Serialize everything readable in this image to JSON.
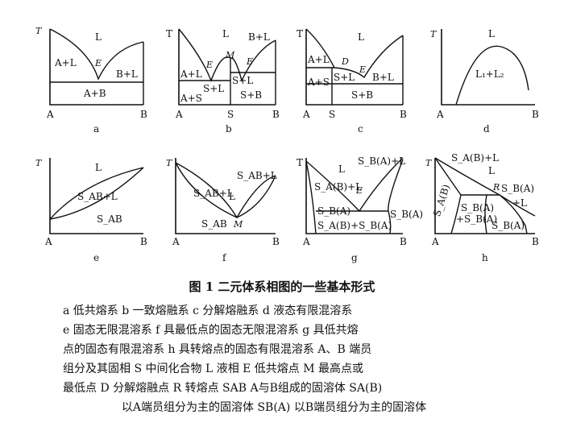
{
  "panels": {
    "a": {
      "T": "T",
      "L": "L",
      "AL": "A+L",
      "E": "E",
      "BL": "B+L",
      "AB": "A+B",
      "A": "A",
      "B": "B",
      "tag": "a"
    },
    "b": {
      "T": "T",
      "L": "L",
      "BL": "B+L",
      "M": "M",
      "E1": "E",
      "E2": "E",
      "AL": "A+L",
      "SL1": "S+L",
      "SL2": "S+L",
      "AS": "A+S",
      "SB": "S+B",
      "A": "A",
      "S": "S",
      "B": "B",
      "tag": "b"
    },
    "c": {
      "T": "T",
      "L": "L",
      "AL": "A+L",
      "D": "D",
      "E": "E",
      "AS": "A+S",
      "SL": "S+L",
      "BL": "B+L",
      "SB": "S+B",
      "A": "A",
      "S": "S",
      "B": "B",
      "tag": "c"
    },
    "d": {
      "T": "T",
      "L": "L",
      "L1L2": "L₁+L₂",
      "A": "A",
      "B": "B",
      "tag": "d"
    },
    "e": {
      "T": "T",
      "L": "L",
      "SABL": "S_AB+L",
      "SAB": "S_AB",
      "A": "A",
      "B": "B",
      "tag": "e"
    },
    "f": {
      "T": "T",
      "SABL1": "S_AB+L",
      "SABL2": "S_AB+L",
      "L": "L",
      "M": "M",
      "SAB": "S_AB",
      "A": "A",
      "B": "B",
      "tag": "f"
    },
    "g": {
      "T": "T",
      "SBAL": "S_B(A)+L",
      "L": "L",
      "SABL": "S_A(B)+L",
      "E": "E",
      "SBA1": "S_B(A)",
      "SBA2": "S_B(A)",
      "SAB_SBA": "S_A(B)+S_B(A)",
      "A": "A",
      "B": "B",
      "tag": "g"
    },
    "h": {
      "T": "T",
      "SABL": "S_A(B)+L",
      "L": "L",
      "R": "R",
      "SBA1": "S_B(A)",
      "SBL": "+L",
      "SAB": "S_A(B)",
      "SBA2": "S_B(A)",
      "SAB_SBA": "+S_B(A)",
      "SBA3": "S_B(A)",
      "A": "A",
      "B": "B",
      "tag": "h"
    }
  },
  "caption": {
    "title": "图 1   二元体系相图的一些基本形式",
    "line1": "a 低共熔系   b 一致熔融系   c 分解熔融系   d 液态有限混溶系",
    "line2": "e 固态无限混溶系   f 具最低点的固态无限混溶系   g 具低共熔",
    "line3": "点的固态有限混溶系   h 具转熔点的固态有限混溶系   A、B 端员",
    "line4": "组分及其固相   S 中间化合物   L 液相   E 低共熔点   M 最高点或",
    "line5": "最低点   D 分解熔融点   R 转熔点   SAB A与B组成的固溶体   SA(B)",
    "line6": "以A端员组分为主的固溶体   SB(A) 以B端员组分为主的固溶体"
  }
}
